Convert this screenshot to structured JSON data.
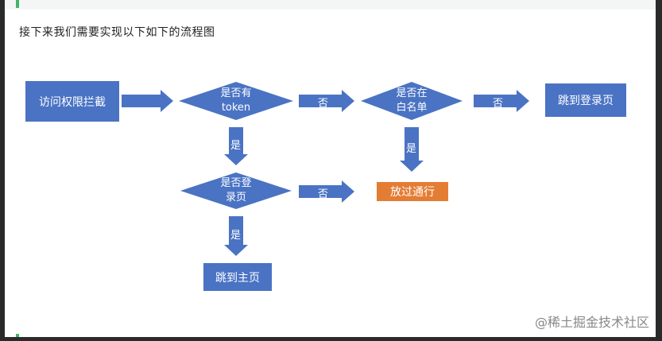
{
  "heading": "接下来我们需要实现以下如下的流程图",
  "nodes": {
    "access_intercept": "访问权限拦截",
    "has_token_line1": "是否有",
    "has_token_line2": "token",
    "in_whitelist_line1": "是否在",
    "in_whitelist_line2": "白名单",
    "goto_login": "跳到登录页",
    "is_login_line1": "是否登",
    "is_login_line2": "录页",
    "allow_pass": "放过通行",
    "goto_home": "跳到主页"
  },
  "edges": {
    "token_no": "否",
    "whitelist_no": "否",
    "token_yes": "是",
    "whitelist_yes": "是",
    "login_no": "否",
    "login_yes": "是"
  },
  "colors": {
    "blue": "#4a73c4",
    "orange": "#e47d34",
    "accent_green": "#45b36b"
  },
  "watermark": "@稀土掘金技术社区"
}
